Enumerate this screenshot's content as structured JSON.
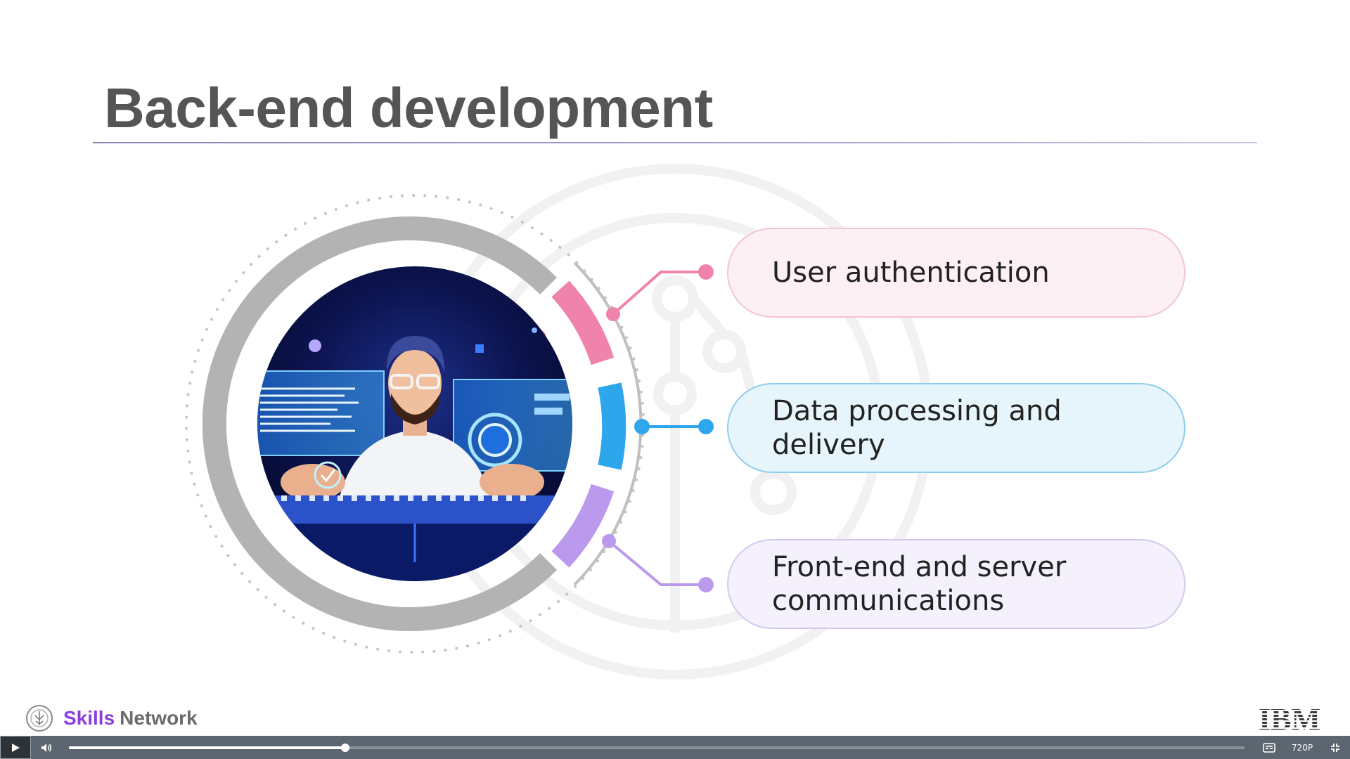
{
  "slide": {
    "title": "Back-end development",
    "items": [
      {
        "label": "User authentication",
        "color": "#f083ab"
      },
      {
        "label": "Data processing and delivery",
        "color": "#2ea6ec"
      },
      {
        "label": "Front-end and server communications",
        "color": "#bb99ec"
      }
    ]
  },
  "branding": {
    "skills": "Skills",
    "network": "Network",
    "skills_color": "#8b3fe0",
    "company_logo": "IBM"
  },
  "player": {
    "play_icon": "play-icon",
    "volume_icon": "volume-icon",
    "progress_fraction": 0.235,
    "captions_icon": "captions-icon",
    "quality": "720P",
    "fullscreen_icon": "exit-fullscreen-icon"
  }
}
